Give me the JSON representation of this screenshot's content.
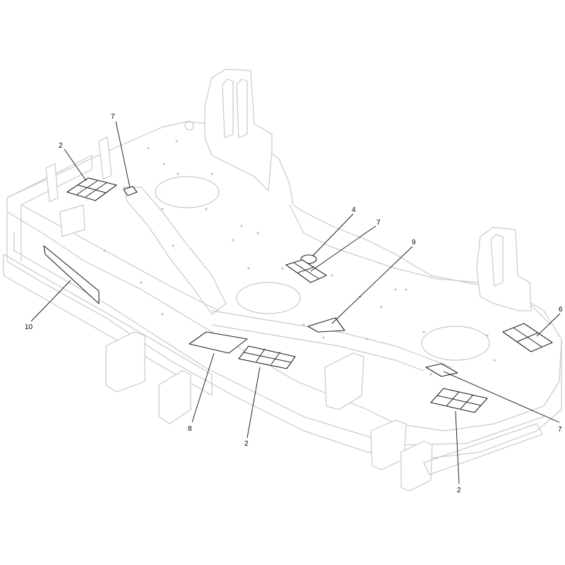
{
  "callouts": {
    "c_2_left": "2",
    "c_7_left": "7",
    "c_4": "4",
    "c_7_mid": "7",
    "c_9": "9",
    "c_6": "6",
    "c_10": "10",
    "c_8": "8",
    "c_2_center": "2",
    "c_7_right": "7",
    "c_2_right": "2"
  },
  "colors": {
    "ghost_outline": "#c9c9c9",
    "decal_outline": "#222222",
    "callout_text": "#000000",
    "background": "#ffffff"
  }
}
